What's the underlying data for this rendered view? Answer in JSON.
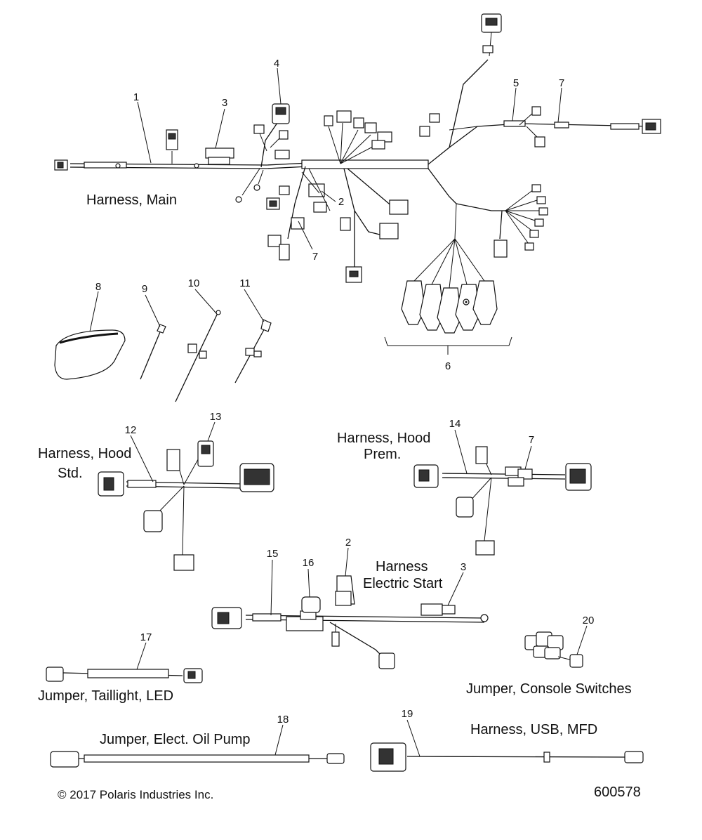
{
  "callouts": {
    "c1": "1",
    "c2": "2",
    "c3": "3",
    "c4": "4",
    "c5": "5",
    "c6": "6",
    "c7a": "7",
    "c7b": "7",
    "c7c": "7",
    "c8": "8",
    "c9": "9",
    "c10": "10",
    "c11": "11",
    "c12": "12",
    "c13": "13",
    "c14": "14",
    "c15": "15",
    "c16": "16",
    "c2b": "2",
    "c3b": "3",
    "c17": "17",
    "c18": "18",
    "c19": "19",
    "c20": "20"
  },
  "labels": {
    "harness_main": "Harness, Main",
    "hood_std_1": "Harness, Hood",
    "hood_std_2": "Std.",
    "hood_prem_1": "Harness, Hood",
    "hood_prem_2": "Prem.",
    "elec_start_1": "Harness",
    "elec_start_2": "Electric Start",
    "console": "Jumper, Console Switches",
    "taillight": "Jumper, Taillight, LED",
    "oil_pump": "Jumper, Elect. Oil Pump",
    "usb": "Harness, USB, MFD"
  },
  "footer": {
    "copyright": "© 2017 Polaris Industries Inc.",
    "figure_id": "600578"
  }
}
